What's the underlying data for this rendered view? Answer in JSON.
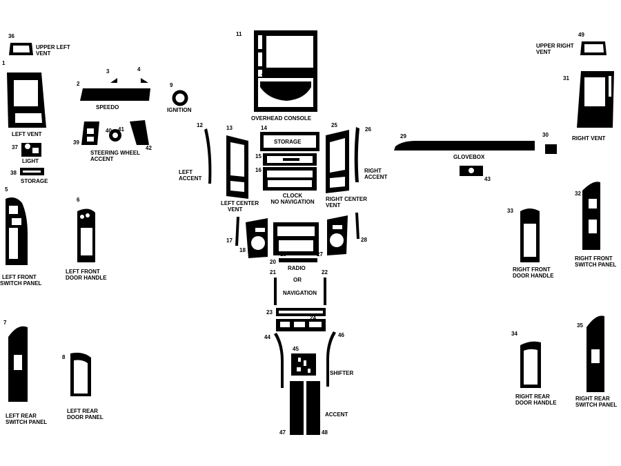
{
  "colors": {
    "piece": "#000000",
    "cutout": "#ffffff",
    "background": "#ffffff"
  },
  "numbers": [
    "1",
    "2",
    "3",
    "4",
    "5",
    "6",
    "7",
    "8",
    "9",
    "10",
    "11",
    "12",
    "13",
    "14",
    "15",
    "16",
    "17",
    "18",
    "19",
    "20",
    "21",
    "22",
    "23",
    "24",
    "25",
    "26",
    "27",
    "28",
    "29",
    "30",
    "31",
    "32",
    "33",
    "34",
    "35",
    "36",
    "37",
    "38",
    "39",
    "40",
    "41",
    "42",
    "43",
    "44",
    "45",
    "46",
    "47",
    "48",
    "49"
  ],
  "labels": {
    "upper_left_vent": [
      "UPPER LEFT",
      "VENT"
    ],
    "left_vent": [
      "LEFT VENT"
    ],
    "speedo": [
      "SPEEDO"
    ],
    "ignition": [
      "IGNITION"
    ],
    "light": [
      "LIGHT"
    ],
    "storage_left": [
      "STORAGE"
    ],
    "steering_wheel_accent": [
      "STEERING WHEEL",
      "ACCENT"
    ],
    "overhead_console": [
      "OVERHEAD  CONSOLE"
    ],
    "storage_center": [
      "STORAGE"
    ],
    "left_accent": [
      "LEFT",
      "ACCENT"
    ],
    "right_accent": [
      "RIGHT",
      "ACCENT"
    ],
    "clock": [
      "CLOCK",
      "NO NAVIGATION"
    ],
    "left_center_vent": [
      "LEFT CENTER",
      "VENT"
    ],
    "right_center_vent": [
      "RIGHT CENTER",
      "VENT"
    ],
    "upper_right_vent": [
      "UPPER RIGHT",
      "VENT"
    ],
    "right_vent": [
      "RIGHT VENT"
    ],
    "glovebox": [
      "GLOVEBOX"
    ],
    "left_front_switch_panel": [
      "LEFT FRONT",
      "SWITCH PANEL"
    ],
    "left_front_door_handle": [
      "LEFT FRONT",
      "DOOR HANDLE"
    ],
    "radio": [
      "RADIO"
    ],
    "or": [
      "OR"
    ],
    "navigation": [
      "NAVIGATION"
    ],
    "right_front_door_handle": [
      "RIGHT FRONT",
      "DOOR HANDLE"
    ],
    "right_front_switch_panel": [
      "RIGHT FRONT",
      "SWITCH PANEL"
    ],
    "shifter": [
      "SHIFTER"
    ],
    "accent_bottom": [
      "ACCENT"
    ],
    "left_rear_switch_panel": [
      "LEFT REAR",
      "SWITCH PANEL"
    ],
    "left_rear_door_panel": [
      "LEFT REAR",
      "DOOR PANEL"
    ],
    "right_rear_door_handle": [
      "RIGHT REAR",
      "DOOR HANDLE"
    ],
    "right_rear_switch_panel": [
      "RIGHT REAR",
      "SWITCH PANEL"
    ]
  }
}
